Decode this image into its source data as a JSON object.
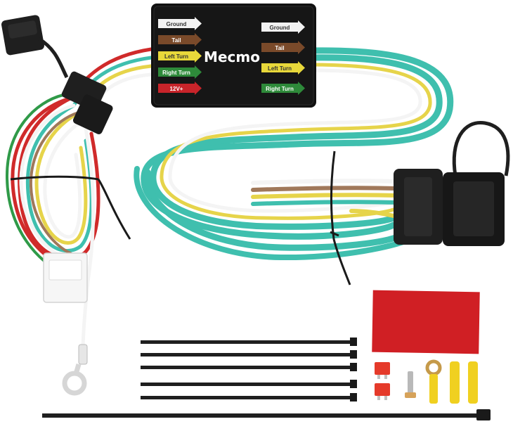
{
  "module": {
    "brand": "Mecmo",
    "left_labels": [
      {
        "text": "Ground",
        "color": "#f2f2f2",
        "text_color": "#333333"
      },
      {
        "text": "Tail",
        "color": "#7a4a2a",
        "text_color": "#ffffff"
      },
      {
        "text": "Left Turn",
        "color": "#e8d83a",
        "text_color": "#333333"
      },
      {
        "text": "Right Turn",
        "color": "#2e8a3a",
        "text_color": "#ffffff"
      },
      {
        "text": "12V+",
        "color": "#c8242a",
        "text_color": "#ffffff"
      }
    ],
    "right_labels": [
      {
        "text": "Ground",
        "color": "#f2f2f2",
        "text_color": "#333333"
      },
      {
        "text": "Tail",
        "color": "#7a4a2a",
        "text_color": "#ffffff"
      },
      {
        "text": "Left Turn",
        "color": "#e8d83a",
        "text_color": "#333333"
      },
      {
        "text": "Right Turn",
        "color": "#2e8a3a",
        "text_color": "#ffffff"
      }
    ]
  },
  "colors": {
    "teal": "#3fbfae",
    "white_wire": "#f4f4f4",
    "brown_wire": "#a0785a",
    "yellow_wire": "#e6d44a",
    "green_wire": "#2f9a48",
    "red_wire": "#d02a2a",
    "connector": "#1f1f1f",
    "red_pad": "#d01f24",
    "fuse": "#e53a2a",
    "butt": "#f0d020"
  },
  "icons": [
    "wiring-module",
    "4-pin-flat-connector",
    "zip-tie",
    "adhesive-pad",
    "fuse",
    "ring-terminal",
    "butt-connector"
  ]
}
